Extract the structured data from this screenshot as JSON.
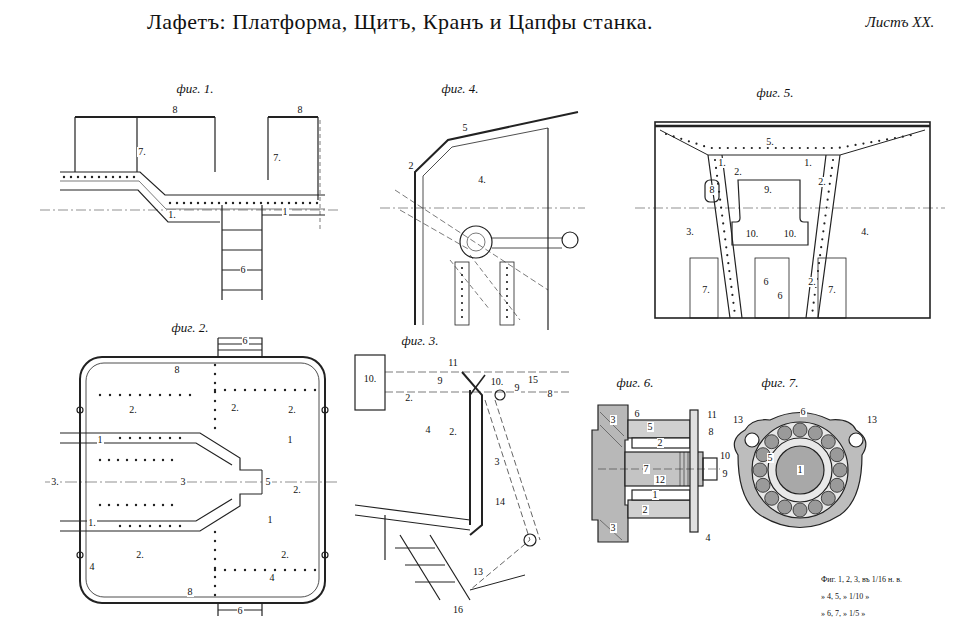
{
  "diagram": {
    "title": "Лафетъ: Платформа, Щитъ, Кранъ и Цапфы станка.",
    "labels": [
      "Листъ XX.",
      "фиг. 1.",
      "8",
      "8",
      "7.",
      "7.",
      "1.",
      "1",
      "6",
      "фиг. 4.",
      "5",
      "2",
      "4.",
      "2.",
      "фиг. 5.",
      "5.",
      "1.",
      "8",
      "2.",
      "9.",
      "1.",
      "2.",
      "3.",
      "4.",
      "10.",
      "10.",
      "7.",
      "6",
      "6",
      "2.",
      "7.",
      "фиг. 2.",
      "6",
      "8",
      "2.",
      "2.",
      "2.",
      "1",
      "1",
      "3.",
      "3",
      "5",
      "2.",
      "1.",
      "1",
      "2.",
      "2.",
      "4",
      "4",
      "8",
      "6",
      "фиг. 3.",
      "11",
      "10.",
      "9",
      "10.",
      "9",
      "15",
      "8",
      "4",
      "2.",
      "3",
      "14",
      "13",
      "16",
      "фиг. 6.",
      "3",
      "6",
      "5",
      "2",
      "11",
      "8",
      "7",
      "12",
      "10",
      "9",
      "1",
      "2",
      "3",
      "4",
      "фиг. 7.",
      "6",
      "13",
      "13",
      "5",
      "1",
      "Фиг. 1, 2, 3, въ 1/16 н. в.",
      "» 4, 5, » 1/10 »",
      "» 6, 7, » 1/5 »"
    ]
  }
}
